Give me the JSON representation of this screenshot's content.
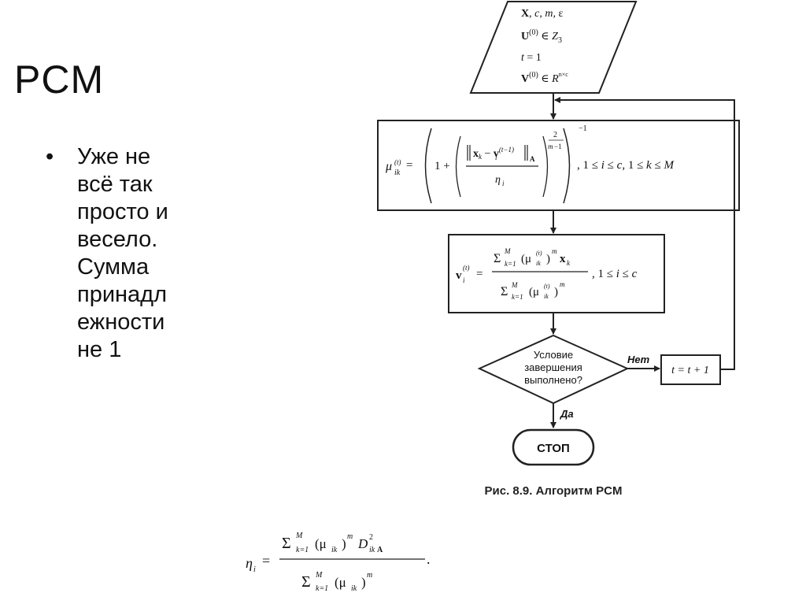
{
  "slide": {
    "title": "PCM",
    "bullet_lines": [
      "Уже не",
      "всё так",
      "просто и",
      "весело.",
      "Сумма",
      "принадл",
      "ежности",
      "не 1"
    ]
  },
  "flowchart": {
    "input_lines": [
      "X, c, m, ε",
      "U(0) ∈ Z3",
      "t = 1",
      "V(0) ∈ Rn×c"
    ],
    "membership_formula": "μik(t) = (1 + (‖xk − vi(t−1)‖A / ηi)^(2/(m−1)))^−1",
    "membership_range": ", 1 ≤ i ≤ c, 1 ≤ k ≤ M",
    "center_formula": "vi(t) = Σk=1..M (μik(t))^m xk / Σk=1..M (μik(t))^m",
    "center_range": ", 1 ≤ i ≤ c",
    "condition_lines": [
      "Условие",
      "завершения",
      "выполнено?"
    ],
    "no_label": "Нет",
    "yes_label": "Да",
    "increment_text": "t = t + 1",
    "stop_label": "СТОП",
    "caption": "Рис. 8.9. Алгоритм PCM"
  },
  "eta_formula": "ηi = Σk=1..M (μik)^m DikA² / Σk=1..M (μik)^m ."
}
